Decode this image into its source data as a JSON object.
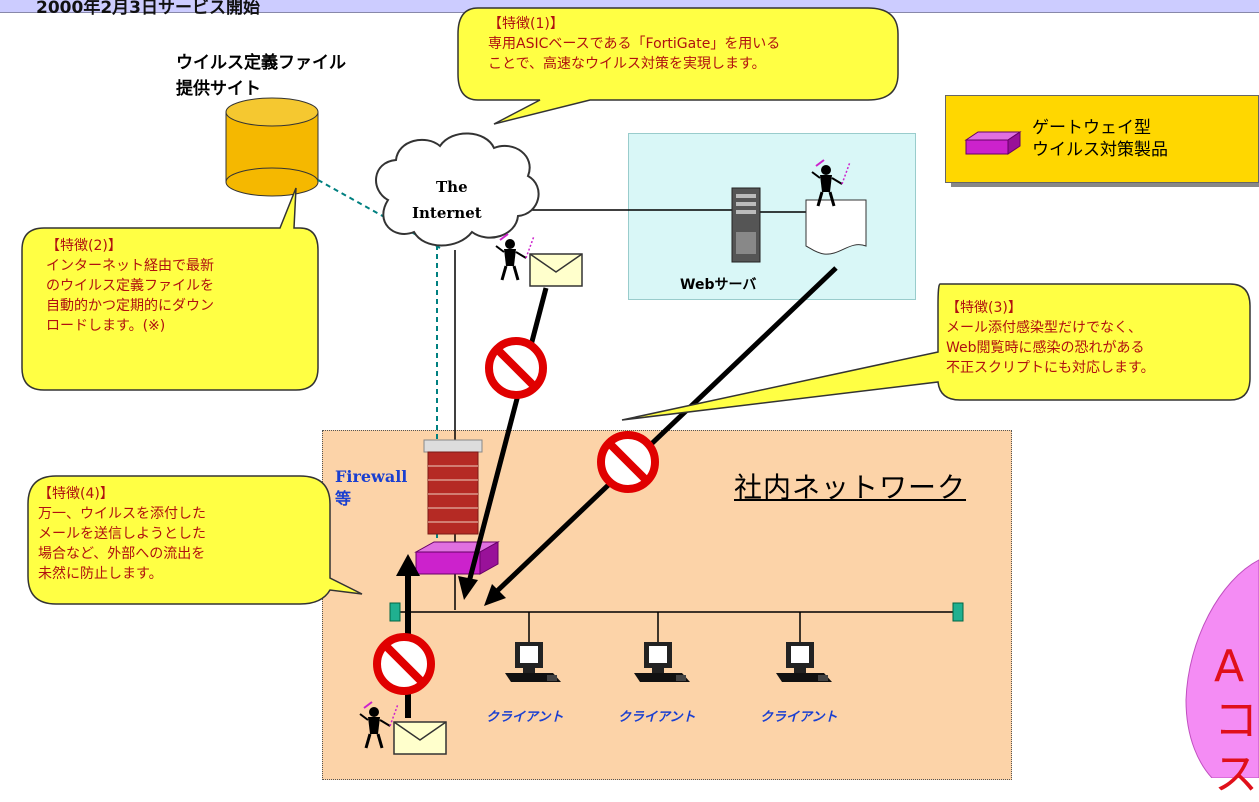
{
  "header": {
    "title": "2000年2月3日サービス開始"
  },
  "site": {
    "label": "ウイルス定義ファイル\n提供サイト"
  },
  "cloud": {
    "line1": "The",
    "line2": "Internet"
  },
  "web_server": {
    "label": "Webサーバ"
  },
  "lan": {
    "title": "社内ネットワーク",
    "firewall_line1": "Firewall",
    "firewall_line2": "等"
  },
  "clients": [
    {
      "label": "クライアント"
    },
    {
      "label": "クライアント"
    },
    {
      "label": "クライアント"
    }
  ],
  "legend": {
    "label": "ゲートウェイ型\nウイルス対策製品"
  },
  "callouts": {
    "feature1": "【特徴(1)】\n専用ASICベースである「FortiGate」を用いる\nことで、高速なウイルス対策を実現します。",
    "feature2": "【特徴(2)】\nインターネット経由で最新\nのウイルス定義ファイルを\n自動的かつ定期的にダウン\nロードします。(※)",
    "feature3": "【特徴(3)】\nメール添付感染型だけでなく、\nWeb閲覧時に感染の恐れがある\n不正スクリプトにも対応します。",
    "feature4": "【特徴(4)】\n万一、ウイルスを添付した\nメールを送信しようとした\n場合など、外部への流出を\n未然に防止します。"
  },
  "side_panel": {
    "text": "A\nコス"
  },
  "colors": {
    "callout_fill": "#ffff44",
    "lan_fill": "#fcd3a8",
    "web_fill": "#d9f7f7",
    "gateway": "#cc22cc",
    "block": "#e00000"
  }
}
